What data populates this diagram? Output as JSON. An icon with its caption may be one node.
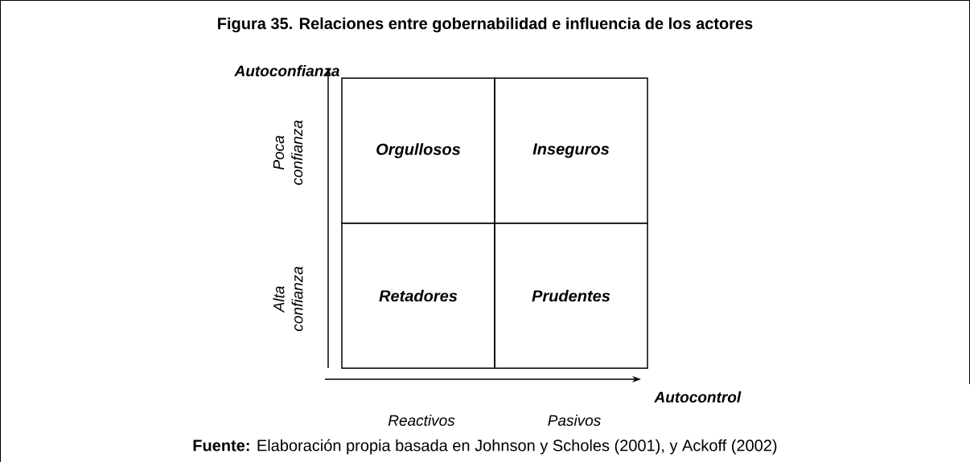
{
  "diagram": {
    "title": "Figura 35. Relaciones entre gobernabilidad e influencia de los actores",
    "caption": "**Fuente:** Elaboración propia basada en Johnson y Scholes (2001), y Ackoff (2002)",
    "nodes": [
      {
        "text": [
          "Orgullosos"
        ]
      },
      {
        "text": [
          "Inseguros"
        ]
      },
      {
        "text": [
          "Retadores"
        ]
      },
      {
        "text": [
          "Prudentes"
        ]
      }
    ],
    "labels": [
      "Autoconfianza",
      "Poca confianza",
      "Alta confianza",
      "Autocontrol",
      "Reactivos",
      "Pasivos"
    ]
  }
}
